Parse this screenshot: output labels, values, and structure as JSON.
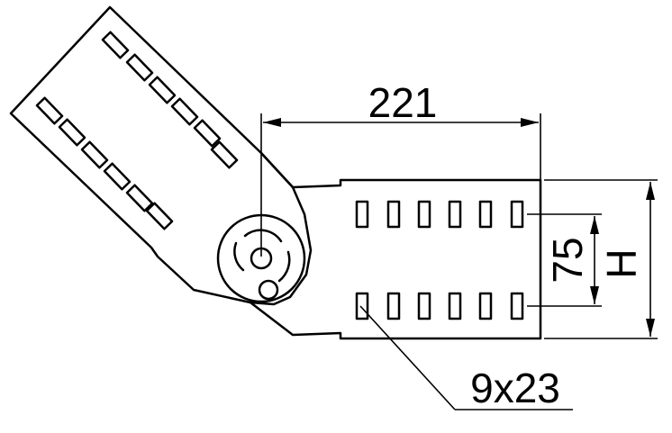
{
  "dimensions": {
    "width_label": "221",
    "slot_spacing_label": "75",
    "height_label": "H",
    "slot_size_label": "9x23"
  },
  "colors": {
    "stroke": "#000000",
    "background": "#ffffff"
  }
}
